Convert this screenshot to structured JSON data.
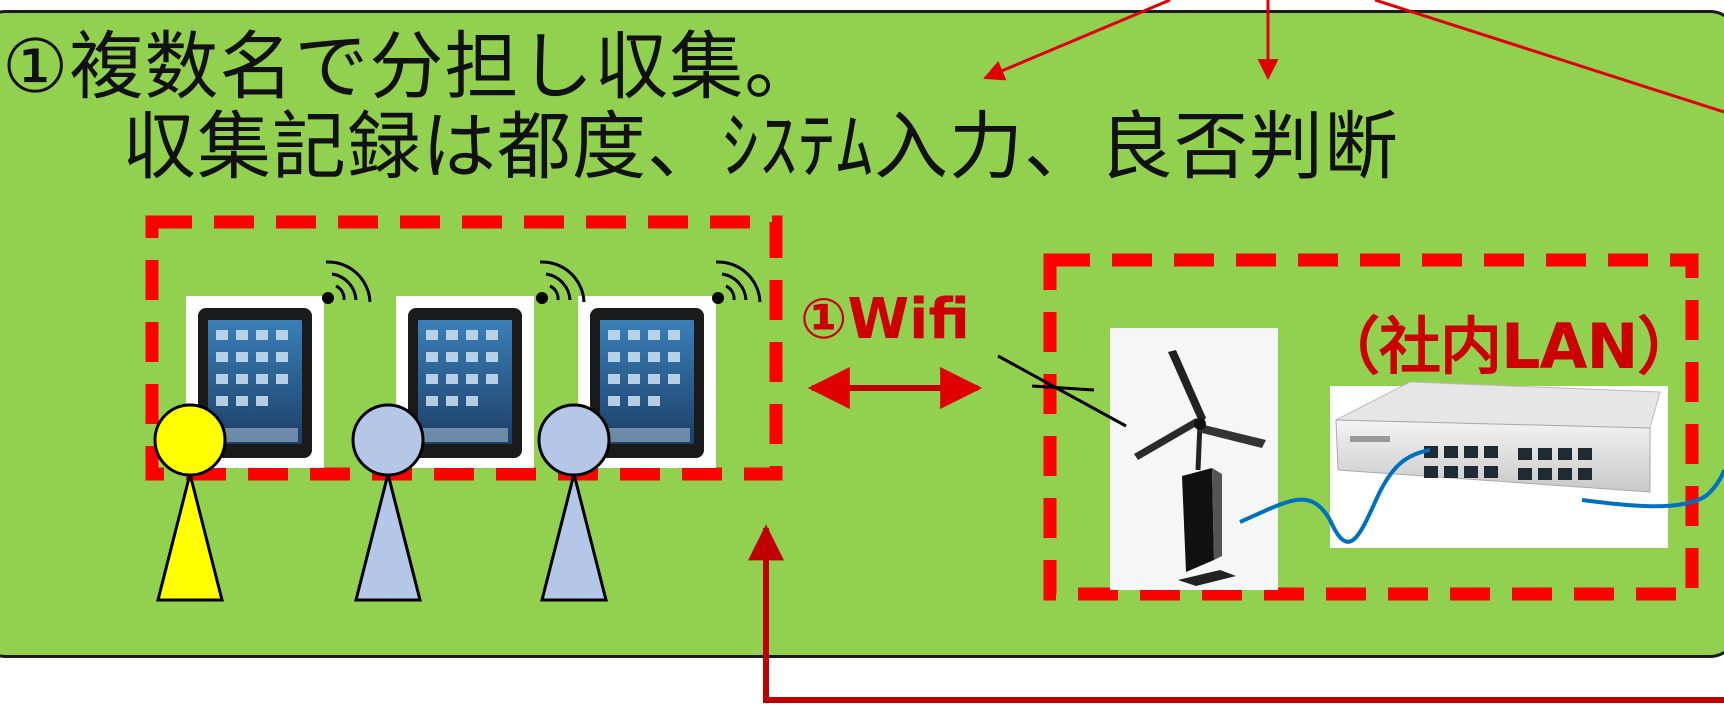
{
  "title": {
    "line1": "①複数名で分担し収集。",
    "line2": "収集記録は都度、ｼｽﾃﾑ入力、良否判断"
  },
  "labels": {
    "wifi": "①Wifi",
    "lan": "（社内LAN）"
  },
  "people": [
    {
      "color": "#ffff00"
    },
    {
      "color": "#b4c7e7"
    },
    {
      "color": "#b4c7e7"
    }
  ],
  "colors": {
    "panel_fill": "#92d050",
    "dashed_border": "#ff0000",
    "arrows": "#e00000",
    "dark_arrow": "#c00000",
    "cable": "#0070c0",
    "label_text": "#cc0000"
  },
  "icons": [
    "tablet-icon",
    "wireless-signal-icon",
    "person-icon",
    "wifi-router-icon",
    "network-switch-icon"
  ]
}
